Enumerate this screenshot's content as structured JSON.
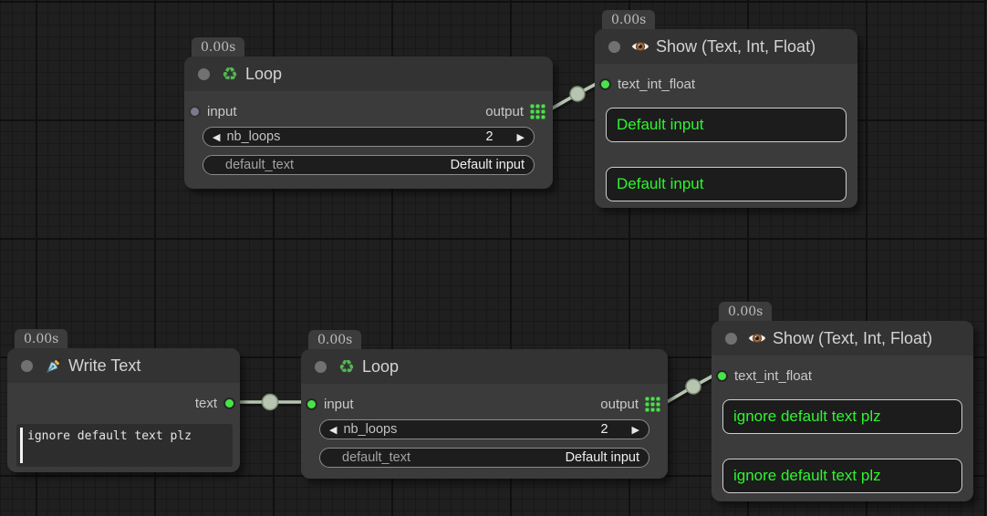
{
  "ui": {
    "arrow_left": "◀",
    "arrow_right": "▶",
    "recycle_glyph": "♻"
  },
  "colors": {
    "bg": "#1f1f1f",
    "grid-minor": "#181818",
    "grid-major": "#101010",
    "node-body": "#3b3b3b",
    "node-title": "#333333",
    "badge-bg": "#3c3c3c",
    "badge-text": "#bdbdbd",
    "title-text": "#d4d4d4",
    "slot-text": "#c9c9c9",
    "collapse-dot": "#717171",
    "dot-unconnected": "#7a7a8d",
    "green": "#47e447",
    "green-text": "#2ef52e",
    "recycle-green": "#53b953",
    "widget-bg": "#1d1d1d",
    "widget-border": "#8a8a8a",
    "widget-label": "#c2c2c2",
    "widget-label-dim": "#a3a3a3",
    "widget-value": "#efefef",
    "showbox-bg": "#1c1c1c",
    "showbox-border": "#cfcfcf",
    "textarea-bg": "#2d2d2d",
    "textarea-text": "#e6e6e6",
    "wire": "#b6c4b0",
    "wire-edge": "#7e8d77"
  },
  "nodes": [
    {
      "id": "loop-1",
      "time": "0.00s",
      "title": "Loop",
      "inputs": [
        {
          "label": "input",
          "connected": false
        }
      ],
      "outputs": [
        {
          "label": "output"
        }
      ],
      "widgets": {
        "nb_loops": {
          "label": "nb_loops",
          "value": "2"
        },
        "default_text": {
          "label": "default_text",
          "value": "Default input"
        }
      }
    },
    {
      "id": "show-1",
      "time": "0.00s",
      "title": "Show (Text, Int, Float)",
      "inputs": [
        {
          "label": "text_int_float",
          "connected": true
        }
      ],
      "boxes": [
        "Default input",
        "Default input"
      ]
    },
    {
      "id": "write-text",
      "time": "0.00s",
      "title": "Write Text",
      "outputs": [
        {
          "label": "text"
        }
      ],
      "textarea": {
        "value": "ignore default text plz"
      }
    },
    {
      "id": "loop-2",
      "time": "0.00s",
      "title": "Loop",
      "inputs": [
        {
          "label": "input",
          "connected": true
        }
      ],
      "outputs": [
        {
          "label": "output"
        }
      ],
      "widgets": {
        "nb_loops": {
          "label": "nb_loops",
          "value": "2"
        },
        "default_text": {
          "label": "default_text",
          "value": "Default input"
        }
      }
    },
    {
      "id": "show-2",
      "time": "0.00s",
      "title": "Show (Text, Int, Float)",
      "inputs": [
        {
          "label": "text_int_float",
          "connected": true
        }
      ],
      "boxes": [
        "ignore default text plz",
        "ignore default text plz"
      ]
    }
  ]
}
